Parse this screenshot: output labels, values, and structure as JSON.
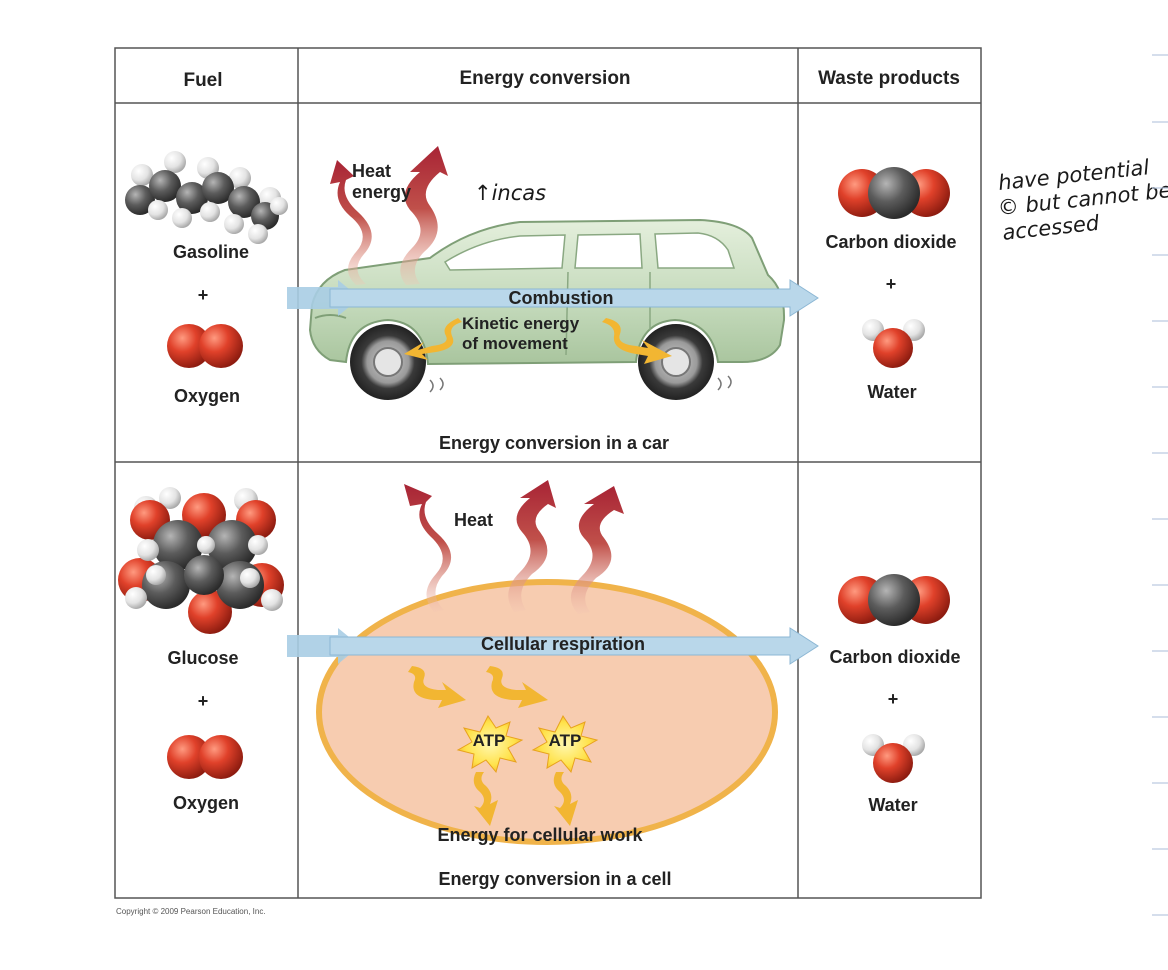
{
  "table": {
    "headers": {
      "fuel": "Fuel",
      "conversion": "Energy conversion",
      "waste": "Waste products"
    }
  },
  "car_row": {
    "fuel": {
      "name": "Gasoline",
      "plus": "+",
      "oxygen": "Oxygen"
    },
    "heat_label": "Heat energy",
    "process": "Combustion",
    "kinetic_label": "Kinetic energy of movement",
    "caption": "Energy conversion in a car",
    "waste": {
      "co2": "Carbon dioxide",
      "plus": "+",
      "water": "Water"
    }
  },
  "cell_row": {
    "fuel": {
      "name": "Glucose",
      "plus": "+",
      "oxygen": "Oxygen"
    },
    "heat_label": "Heat",
    "process": "Cellular respiration",
    "atp": [
      "ATP",
      "ATP"
    ],
    "work_label": "Energy for cellular work",
    "caption": "Energy conversion in a cell",
    "waste": {
      "co2": "Carbon dioxide",
      "plus": "+",
      "water": "Water"
    }
  },
  "copyright": "Copyright © 2009 Pearson Education, Inc.",
  "handwritten": {
    "increase_note": "↑incas",
    "side_note_lines": [
      "have potential",
      "© but cannot be",
      "accessed"
    ]
  },
  "colors": {
    "oxygen_red": "#d63a25",
    "carbon_gray": "#555555",
    "hydrogen_white": "#e9e9e9",
    "flow_arrow": "#b9d7ea",
    "heat_arrow": "#b0303a",
    "energy_arrow": "#f2b632",
    "cell_fill": "#f7ccb0",
    "cell_border": "#f0b34a",
    "car_body": "#cfe2c8"
  }
}
